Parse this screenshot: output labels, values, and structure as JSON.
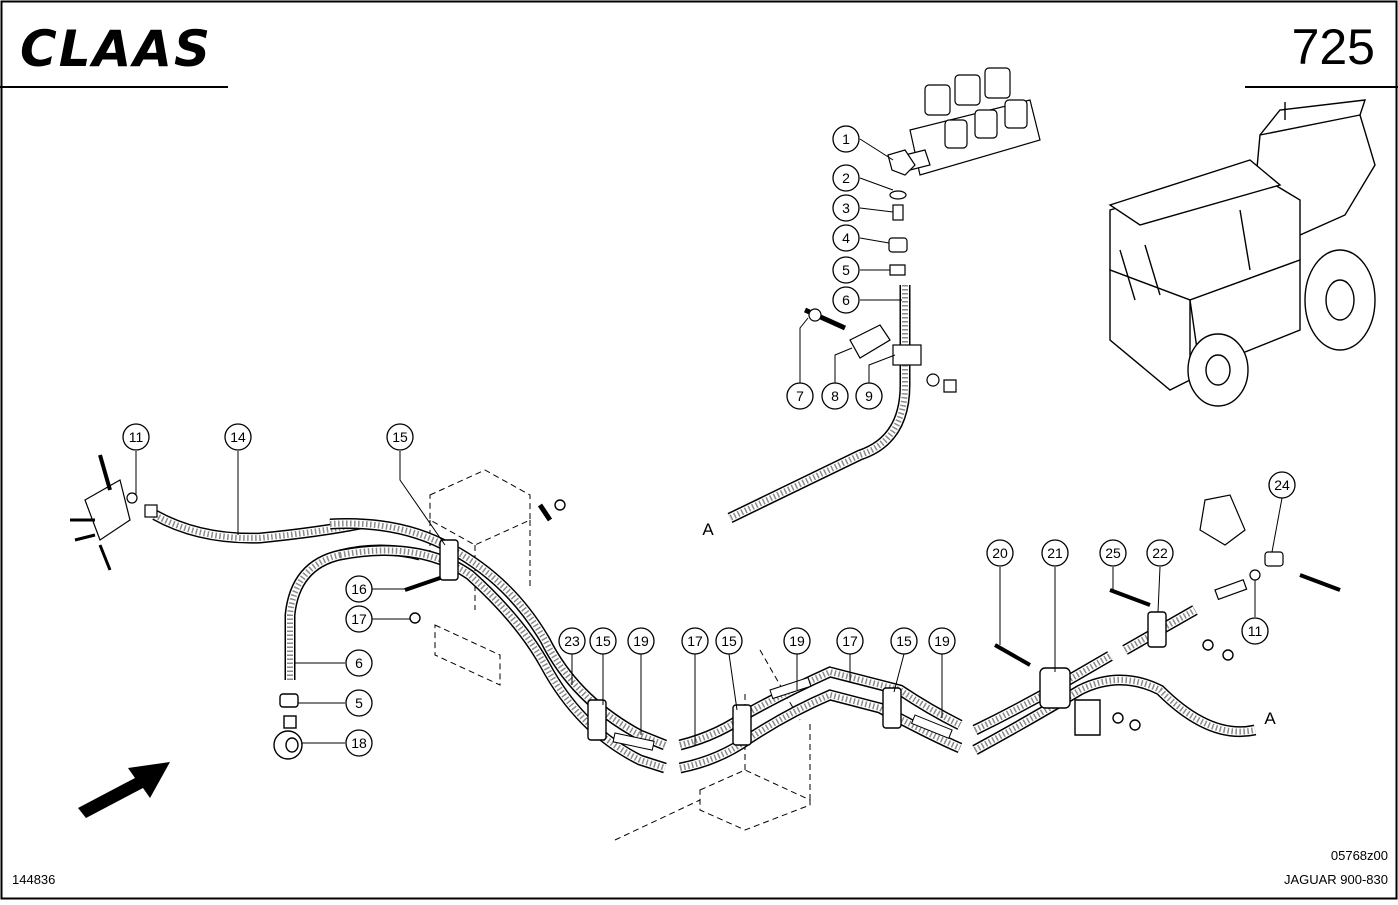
{
  "header": {
    "brand": "CLAAS",
    "page_number": "725"
  },
  "footer": {
    "left_code": "144836",
    "drawing_code": "05768z00",
    "model": "JAGUAR 900-830"
  },
  "callouts": [
    "1",
    "2",
    "3",
    "4",
    "5",
    "6",
    "7",
    "8",
    "9",
    "11",
    "14",
    "15",
    "16",
    "17",
    "18",
    "19",
    "20",
    "21",
    "22",
    "23",
    "24",
    "25"
  ],
  "connection_labels": {
    "start": "A",
    "end": "A"
  },
  "icons": {
    "direction_arrow": "direction-arrow-icon",
    "machine": "forage-harvester-illustration"
  }
}
